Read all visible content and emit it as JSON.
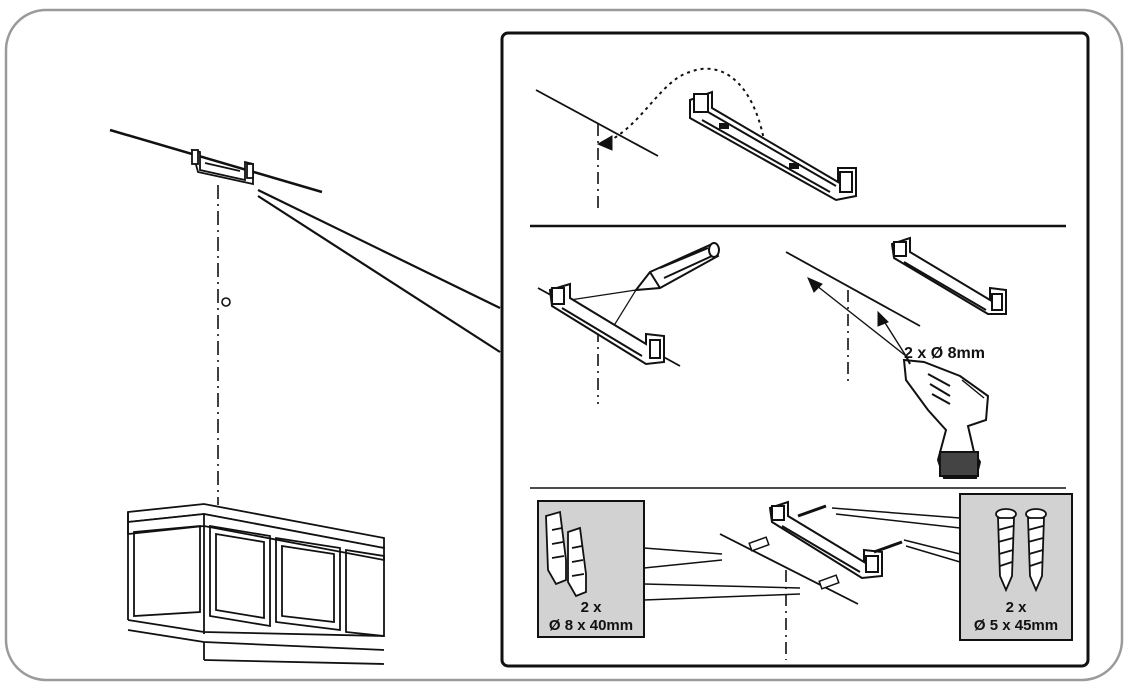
{
  "steps": {
    "drill_label": "2 x Ø 8mm",
    "plugs": {
      "count": "2 x",
      "size": "Ø 8 x 40mm"
    },
    "screws": {
      "count": "2 x",
      "size": "Ø 5 x 45mm"
    }
  },
  "icons": [
    "mounting-bracket-icon",
    "pencil-icon",
    "power-drill-icon",
    "wall-plug-icon",
    "screw-icon",
    "cabinet-icon"
  ],
  "colors": {
    "stroke": "#111111",
    "callout_fill": "#d2d2d2",
    "frame": "#9a9a9a"
  }
}
